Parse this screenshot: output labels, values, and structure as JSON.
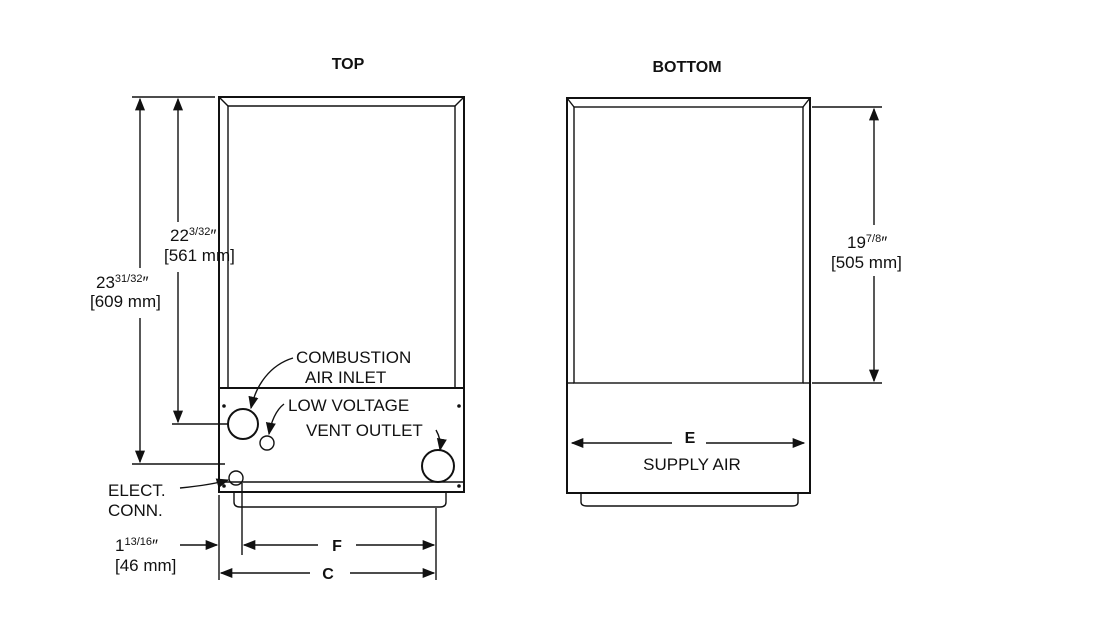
{
  "top_view": {
    "title": "TOP",
    "labels": {
      "combustion_air_inlet_1": "COMBUSTION",
      "combustion_air_inlet_2": "AIR INLET",
      "low_voltage": "LOW VOLTAGE",
      "vent_outlet": "VENT OUTLET",
      "elect_conn_1": "ELECT.",
      "elect_conn_2": "CONN."
    },
    "dimensions": {
      "inner_height_whole": "22",
      "inner_height_frac": "3/32",
      "inner_height_unit": "″",
      "inner_height_mm": "[561 mm]",
      "outer_height_whole": "23",
      "outer_height_frac": "31/32",
      "outer_height_unit": "″",
      "outer_height_mm": "[609 mm]",
      "offset_whole": "1",
      "offset_frac": "13/16",
      "offset_unit": "″",
      "offset_mm": "[46 mm]",
      "f_label": "F",
      "c_label": "C"
    }
  },
  "bottom_view": {
    "title": "BOTTOM",
    "labels": {
      "supply_air": "SUPPLY AIR",
      "e_label": "E"
    },
    "dimensions": {
      "height_whole": "19",
      "height_frac": "7/8",
      "height_unit": "″",
      "height_mm": "[505 mm]"
    }
  }
}
